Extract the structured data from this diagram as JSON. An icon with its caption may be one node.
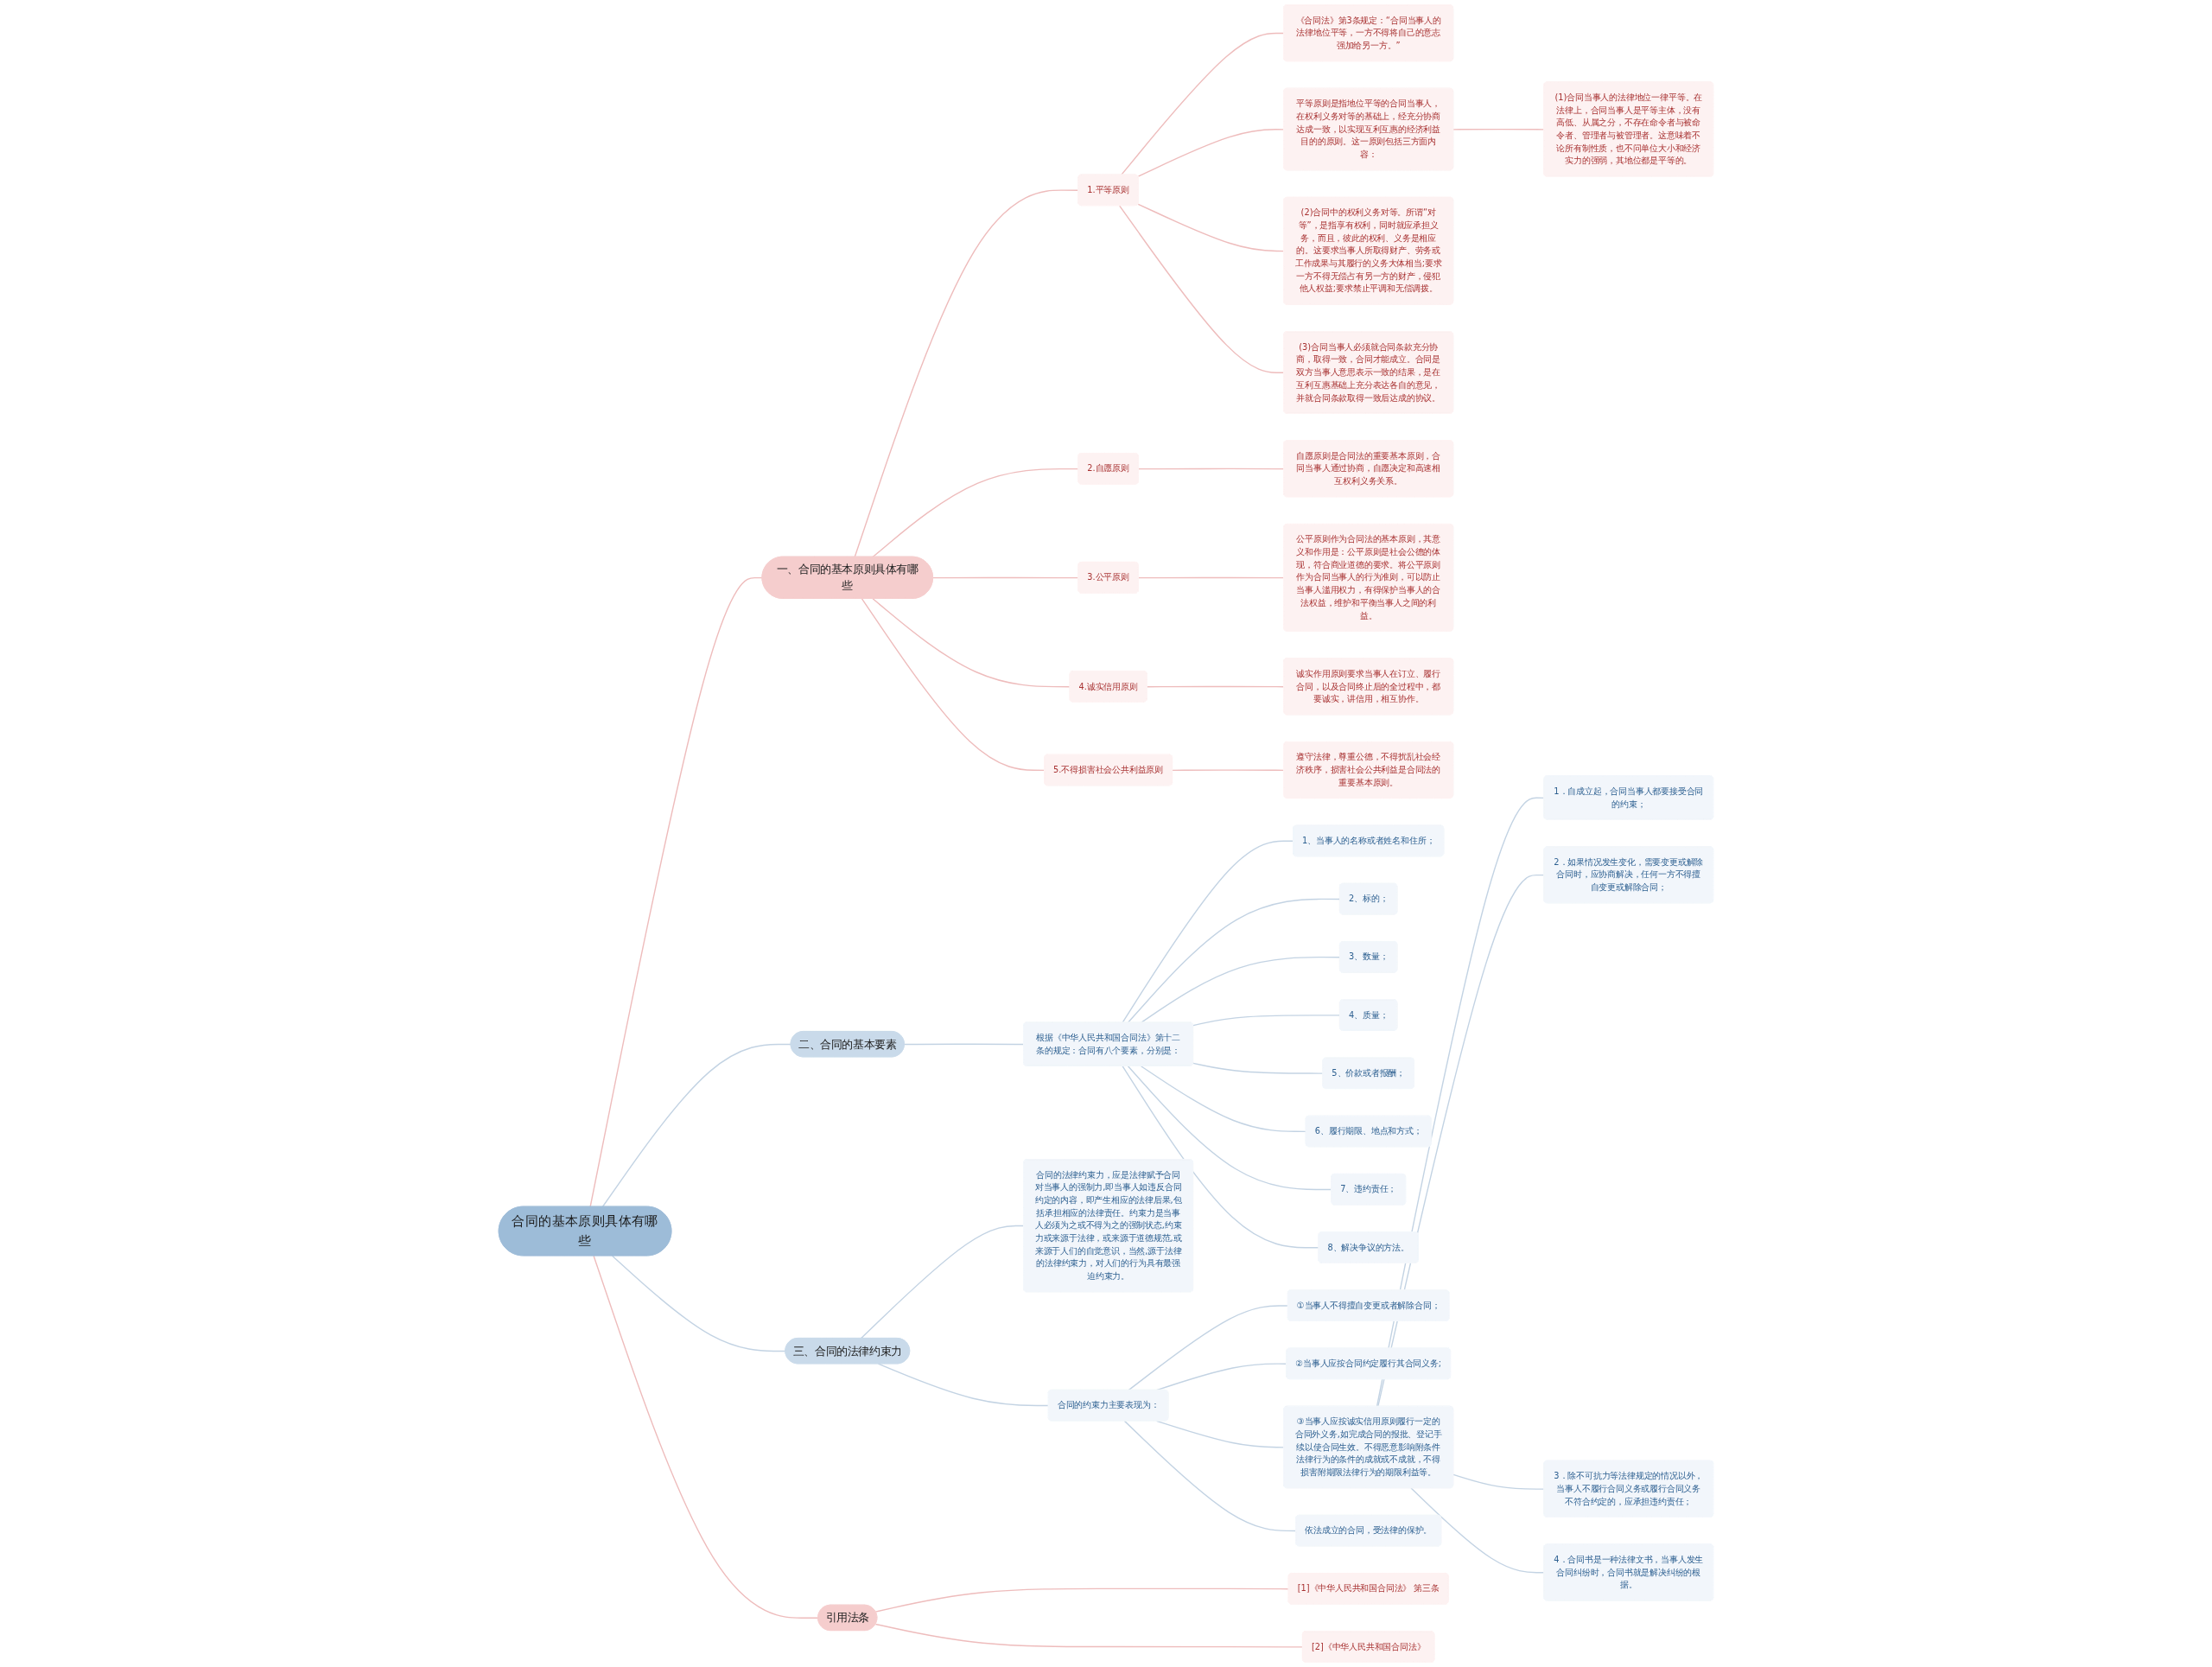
{
  "diagram": {
    "nodes": [
      {
        "text": [
          "合同的基本原则具体有哪些"
        ]
      },
      {
        "text": [
          "一、合同的基本原则具体有哪些"
        ]
      },
      {
        "text": [
          "1.平等原则"
        ]
      },
      {
        "text": [
          "《合同法》第3条规定：“合同当事人的法律地位平等，一方不得将自己的意志强加给另一方。”"
        ]
      },
      {
        "text": [
          "平等原则是指地位平等的合同当事人，在权利义务对等的基础上，经充分协商达成一致，以实现互利互惠的经济利益目的的原则。这一原则包括三方面内容："
        ]
      },
      {
        "text": [
          "(1)合同当事人的法律地位一律平等。在法律上，合同当事人是平等主体，没有高低、从属之分，不存在命令者与被命令者、管理者与被管理者。这意味着不论所有制性质，也不问单位大小和经济实力的强弱，其地位都是平等的。"
        ]
      },
      {
        "text": [
          "(2)合同中的权利义务对等。所谓“对等”，是指享有权利，同时就应承担义务，而且，彼此的权利、义务是相应的。这要求当事人所取得财产、劳务或工作成果与其履行的义务大体相当;要求一方不得无偿占有另一方的财产，侵犯他人权益;要求禁止平调和无偿调拨。"
        ]
      },
      {
        "text": [
          "(3)合同当事人必须就合同条款充分协商，取得一致，合同才能成立。合同是双方当事人意思表示一致的结果，是在互利互惠基础上充分表达各自的意见，并就合同条款取得一致后达成的协议。"
        ]
      },
      {
        "text": [
          "2.自愿原则"
        ]
      },
      {
        "text": [
          "自愿原则是合同法的重要基本原则，合同当事人通过协商，自愿决定和高速相互权利义务关系。"
        ]
      },
      {
        "text": [
          "3.公平原则"
        ]
      },
      {
        "text": [
          "公平原则作为合同法的基本原则，其意义和作用是：公平原则是社会公德的体现，符合商业道德的要求。将公平原则作为合同当事人的行为准则，可以防止当事人滥用权力，有得保护当事人的合法权益，维护和平衡当事人之间的利益。"
        ]
      },
      {
        "text": [
          "4.诚实信用原则"
        ]
      },
      {
        "text": [
          "诚实作用原则要求当事人在订立、履行合同，以及合同终止后的全过程中，都要诚实，讲信用，相互协作。"
        ]
      },
      {
        "text": [
          "5.不得损害社会公共利益原则"
        ]
      },
      {
        "text": [
          "遵守法律，尊重公德，不得扰乱社会经济秩序，损害社会公共利益是合同法的重要基本原则。"
        ]
      },
      {
        "text": [
          "二、合同的基本要素"
        ]
      },
      {
        "text": [
          "根据《中华人民共和国合同法》第十二条的规定：合同有八个要素，分别是："
        ]
      },
      {
        "text": [
          "1、当事人的名称或者姓名和住所；"
        ]
      },
      {
        "text": [
          "2、标的；"
        ]
      },
      {
        "text": [
          "3、数量；"
        ]
      },
      {
        "text": [
          "4、质量；"
        ]
      },
      {
        "text": [
          "5、价款或者报酬；"
        ]
      },
      {
        "text": [
          "6、履行期限、地点和方式；"
        ]
      },
      {
        "text": [
          "7、违约责任；"
        ]
      },
      {
        "text": [
          "8、解决争议的方法。"
        ]
      },
      {
        "text": [
          "引用法条"
        ]
      },
      {
        "text": [
          "[1]《中华人民共和国合同法》 第三条"
        ]
      },
      {
        "text": [
          "[2]《中华人民共和国合同法》"
        ]
      },
      {
        "text": [
          "三、合同的法律约束力"
        ]
      },
      {
        "text": [
          "合同的法律约束力，应是法律赋予合同对当事人的强制力,即当事人如违反合同约定的内容，即产生相应的法律后果,包括承担相应的法律责任。约束力是当事人必须为之或不得为之的强制状态,约束力或来源于法律，或来源于道德规范,或来源于人们的自觉意识，当然,源于法律的法律约束力，对人们的行为具有最强迫约束力。"
        ]
      },
      {
        "text": [
          "合同的约束力主要表现为："
        ]
      },
      {
        "text": [
          "①当事人不得擅自变更或者解除合同；"
        ]
      },
      {
        "text": [
          "②当事人应按合同约定履行其合同义务;"
        ]
      },
      {
        "text": [
          "③当事人应按诚实信用原则履行一定的合同外义务,如完成合同的报批、登记手续以使合同生效。不得恶意影响附条件法律行为的条件的成就或不成就，不得损害附期限法律行为的期限利益等。"
        ]
      },
      {
        "text": [
          "1．自成立起，合同当事人都要接受合同的约束；"
        ]
      },
      {
        "text": [
          "2．如果情况发生变化，需要变更或解除合同时，应协商解决，任何一方不得擅自变更或解除合同；"
        ]
      },
      {
        "text": [
          "3．除不可抗力等法律规定的情况以外，当事人不履行合同义务或履行合同义务不符合约定的，应承担违约责任；"
        ]
      },
      {
        "text": [
          "4．合同书是一种法律文书，当事人发生合同纠纷时，合同书就是解决纠纷的根据。"
        ]
      },
      {
        "text": [
          "依法成立的合同，受法律的保护。"
        ]
      }
    ],
    "edges": [
      {
        "from": 0,
        "to": 1,
        "arrow": "none",
        "color": "#eebcbc"
      },
      {
        "from": 1,
        "to": 2,
        "arrow": "none",
        "color": "#eebcbc"
      },
      {
        "from": 2,
        "to": 3,
        "arrow": "none",
        "color": "#eebcbc"
      },
      {
        "from": 2,
        "to": 4,
        "arrow": "none",
        "color": "#eebcbc"
      },
      {
        "from": 4,
        "to": 5,
        "arrow": "none",
        "color": "#eebcbc"
      },
      {
        "from": 2,
        "to": 6,
        "arrow": "none",
        "color": "#eebcbc"
      },
      {
        "from": 2,
        "to": 7,
        "arrow": "none",
        "color": "#eebcbc"
      },
      {
        "from": 1,
        "to": 8,
        "arrow": "none",
        "color": "#eebcbc"
      },
      {
        "from": 8,
        "to": 9,
        "arrow": "none",
        "color": "#eebcbc"
      },
      {
        "from": 1,
        "to": 10,
        "arrow": "none",
        "color": "#eebcbc"
      },
      {
        "from": 10,
        "to": 11,
        "arrow": "none",
        "color": "#eebcbc"
      },
      {
        "from": 1,
        "to": 12,
        "arrow": "none",
        "color": "#eebcbc"
      },
      {
        "from": 12,
        "to": 13,
        "arrow": "none",
        "color": "#eebcbc"
      },
      {
        "from": 1,
        "to": 14,
        "arrow": "none",
        "color": "#eebcbc"
      },
      {
        "from": 14,
        "to": 15,
        "arrow": "none",
        "color": "#eebcbc"
      },
      {
        "from": 0,
        "to": 16,
        "arrow": "none"
      },
      {
        "from": 16,
        "to": 17,
        "arrow": "none"
      },
      {
        "from": 17,
        "to": 18,
        "arrow": "none"
      },
      {
        "from": 17,
        "to": 19,
        "arrow": "none"
      },
      {
        "from": 17,
        "to": 20,
        "arrow": "none"
      },
      {
        "from": 17,
        "to": 21,
        "arrow": "none"
      },
      {
        "from": 17,
        "to": 22,
        "arrow": "none"
      },
      {
        "from": 17,
        "to": 23,
        "arrow": "none"
      },
      {
        "from": 17,
        "to": 24,
        "arrow": "none"
      },
      {
        "from": 17,
        "to": 25,
        "arrow": "none"
      },
      {
        "from": 0,
        "to": 26,
        "arrow": "none",
        "color": "#eebcbc"
      },
      {
        "from": 26,
        "to": 27,
        "arrow": "none",
        "color": "#eebcbc"
      },
      {
        "from": 26,
        "to": 28,
        "arrow": "none",
        "color": "#eebcbc"
      },
      {
        "from": 0,
        "to": 29,
        "arrow": "none"
      },
      {
        "from": 29,
        "to": 30,
        "arrow": "none"
      },
      {
        "from": 29,
        "to": 31,
        "arrow": "none"
      },
      {
        "from": 31,
        "to": 32,
        "arrow": "none"
      },
      {
        "from": 31,
        "to": 33,
        "arrow": "none"
      },
      {
        "from": 31,
        "to": 34,
        "arrow": "none"
      },
      {
        "from": 34,
        "to": 35,
        "arrow": "none"
      },
      {
        "from": 34,
        "to": 36,
        "arrow": "none"
      },
      {
        "from": 34,
        "to": 37,
        "arrow": "none"
      },
      {
        "from": 34,
        "to": 38,
        "arrow": "none"
      },
      {
        "from": 31,
        "to": 39,
        "arrow": "none"
      }
    ]
  }
}
